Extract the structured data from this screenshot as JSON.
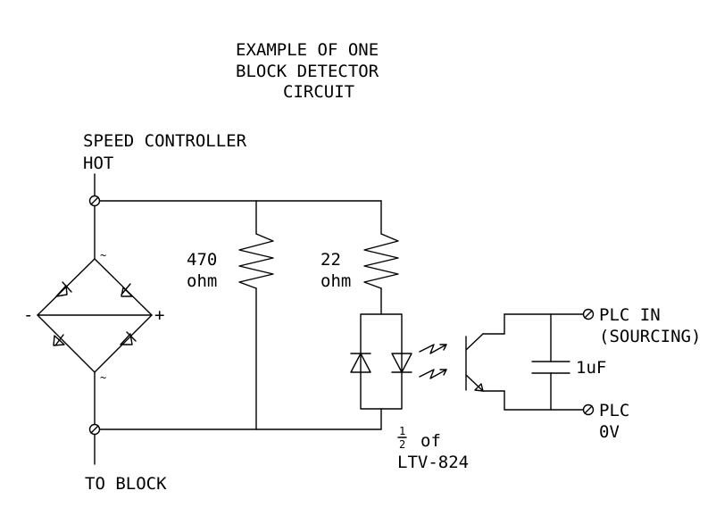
{
  "title": {
    "line1": "EXAMPLE OF ONE",
    "line2": "BLOCK DETECTOR",
    "line3": "CIRCUIT"
  },
  "labels": {
    "speed_controller": "SPEED CONTROLLER",
    "hot": "HOT",
    "to_block": "TO BLOCK",
    "bridge_minus": "-",
    "bridge_plus": "+",
    "bridge_ac_top": "~",
    "bridge_ac_bottom": "~",
    "resistor1_value": "470",
    "resistor1_unit": "ohm",
    "resistor2_value": "22",
    "resistor2_unit": "ohm",
    "opto_half_num": "1",
    "opto_half_den": "2",
    "opto_of": "of",
    "opto_part": "LTV-824",
    "capacitor": "1uF",
    "plc_in": "PLC IN",
    "plc_sourcing": "(SOURCING)",
    "plc_0v_line1": "PLC",
    "plc_0v_line2": "0V"
  }
}
